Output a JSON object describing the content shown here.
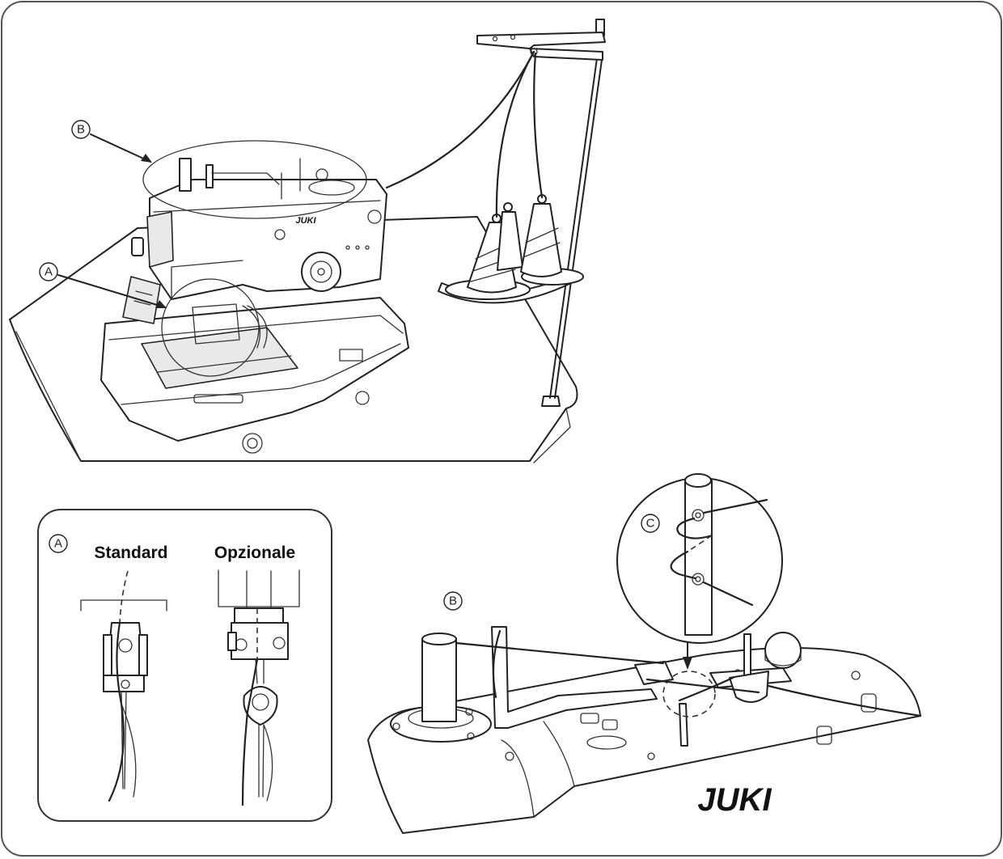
{
  "callouts": {
    "a": "A",
    "b": "B",
    "c": "C"
  },
  "inset": {
    "label_standard": "Standard",
    "label_optional": "Opzionale"
  },
  "brand": {
    "machine_logo": "JUKI",
    "detail_logo": "JUKI"
  }
}
